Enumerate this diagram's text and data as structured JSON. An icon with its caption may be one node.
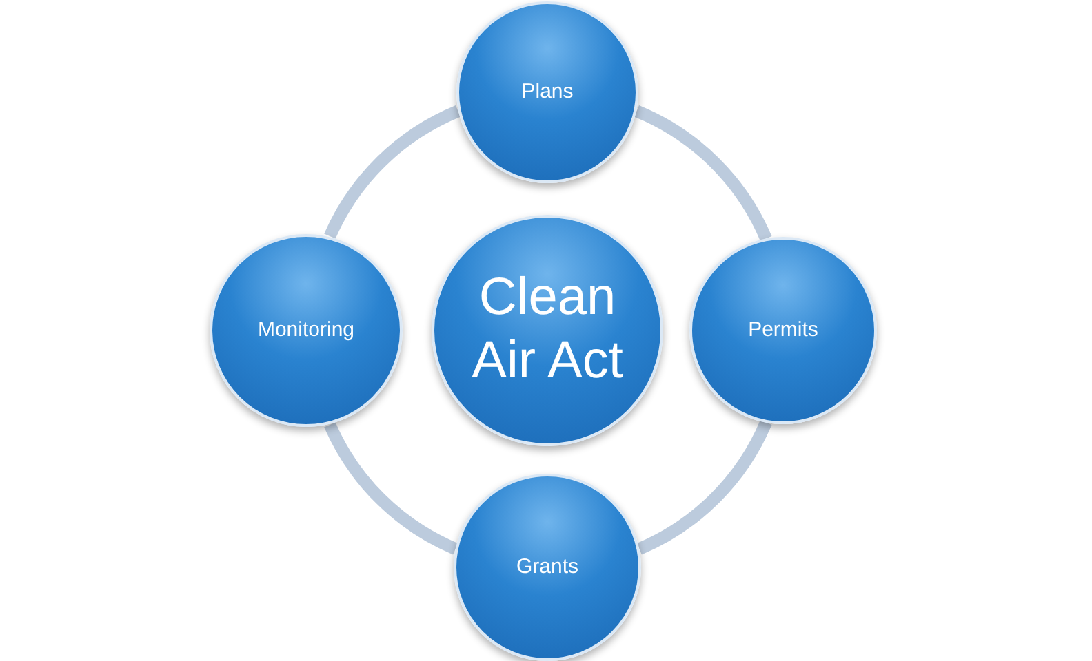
{
  "diagram": {
    "nodes": [
      {
        "text": [
          "Plans"
        ]
      },
      {
        "text": [
          "Monitoring"
        ]
      },
      {
        "text": [
          "Clean Air Act"
        ]
      },
      {
        "text": [
          "Permits"
        ]
      },
      {
        "text": [
          "Grants"
        ]
      }
    ],
    "edges": [
      {
        "from": 0,
        "to": 3,
        "arrow": "none"
      },
      {
        "from": 3,
        "to": 4,
        "arrow": "none"
      },
      {
        "from": 4,
        "to": 1,
        "arrow": "none"
      },
      {
        "from": 1,
        "to": 0,
        "arrow": "none"
      }
    ]
  }
}
